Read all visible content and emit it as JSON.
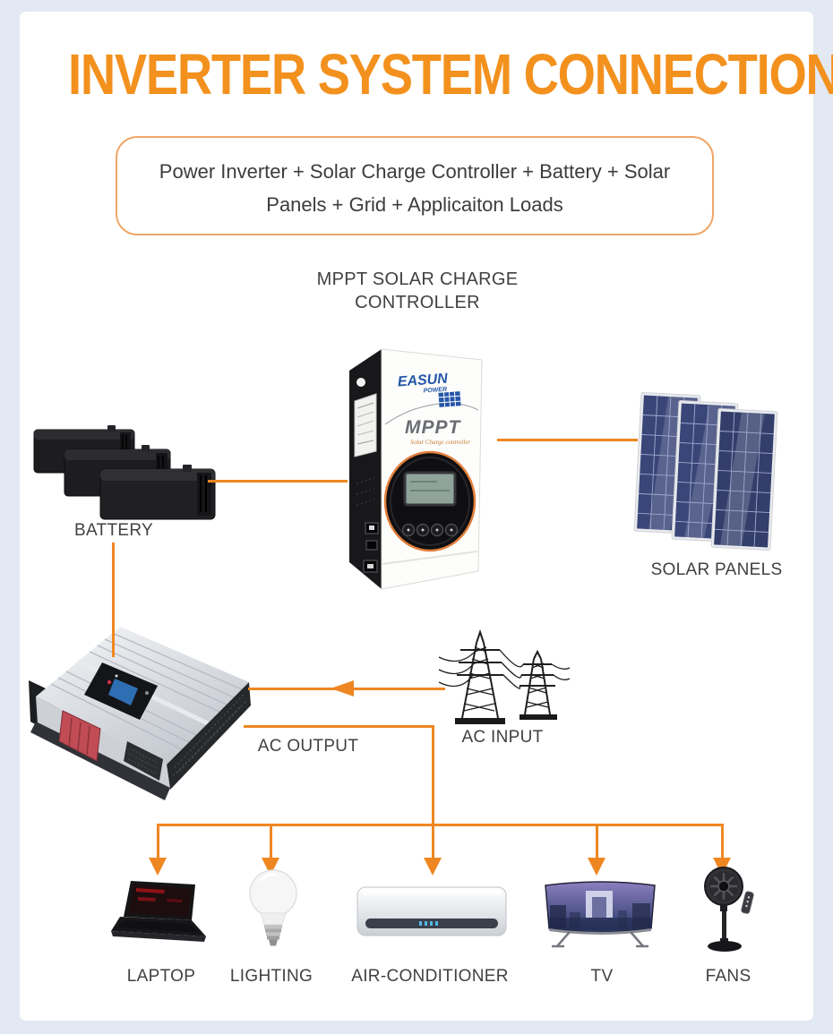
{
  "page": {
    "title": "INVERTER SYSTEM CONNECTION",
    "subtitle_line1": "Power Inverter + Solar Charge Controller + Battery + Solar",
    "subtitle_line2": "Panels + Grid + Applicaiton Loads"
  },
  "diagram": {
    "controller_label_line1": "MPPT SOLAR CHARGE",
    "controller_label_line2": "CONTROLLER",
    "controller_brand": "EASUN",
    "controller_brand_sub": "POWER",
    "controller_front_text": "MPPT",
    "controller_front_subtext": "Solar Charge controller",
    "battery_label": "BATTERY",
    "solar_panels_label": "SOLAR PANELS",
    "ac_output_label": "AC OUTPUT",
    "ac_input_label": "AC INPUT",
    "loads": [
      {
        "label": "LAPTOP"
      },
      {
        "label": "LIGHTING"
      },
      {
        "label": "AIR-CONDITIONER"
      },
      {
        "label": "TV"
      },
      {
        "label": "FANS"
      }
    ]
  },
  "colors": {
    "accent_orange": "#EE8722",
    "title_orange": "#F3911E",
    "box_border_orange": "#F0A768",
    "label_gray": "#414141",
    "outer_background": "#E2E9F3",
    "page_background": "#FFFFFF",
    "easun_blue": "#2456A8",
    "solar_panel_blue": "#3A4678"
  }
}
